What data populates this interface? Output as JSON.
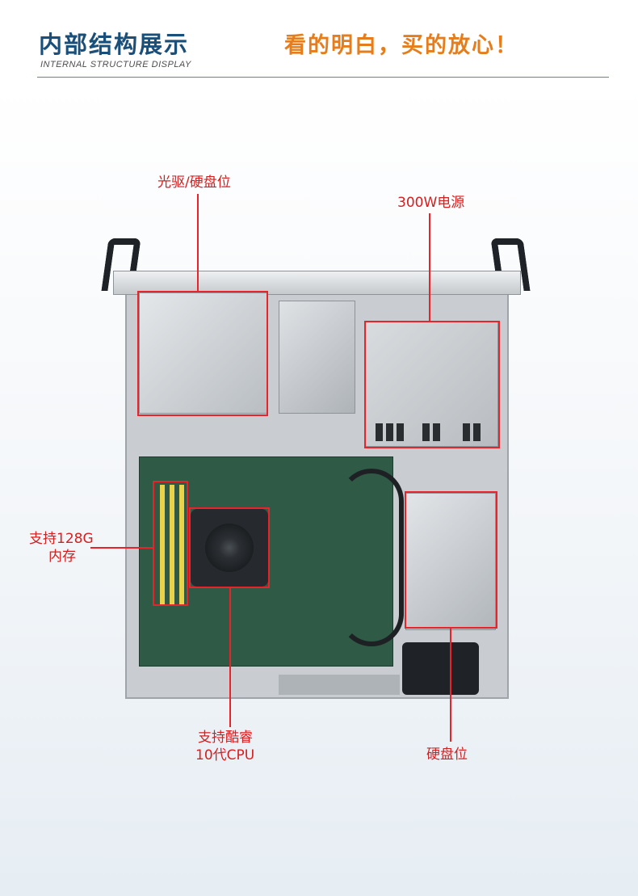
{
  "header": {
    "title_cn": "内部结构展示",
    "title_en": "INTERNAL STRUCTURE DISPLAY",
    "slogan": "看的明白，买的放心！"
  },
  "callouts": {
    "optical_drive": "光驱/硬盘位",
    "psu": "300W电源",
    "memory_line1": "支持128G",
    "memory_line2": "内存",
    "cpu_line1": "支持酷睿",
    "cpu_line2": "10代CPU",
    "hdd": "硬盘位"
  },
  "colors": {
    "title": "#1a4f7a",
    "slogan": "#e57d1c",
    "callout": "#e8232a"
  }
}
